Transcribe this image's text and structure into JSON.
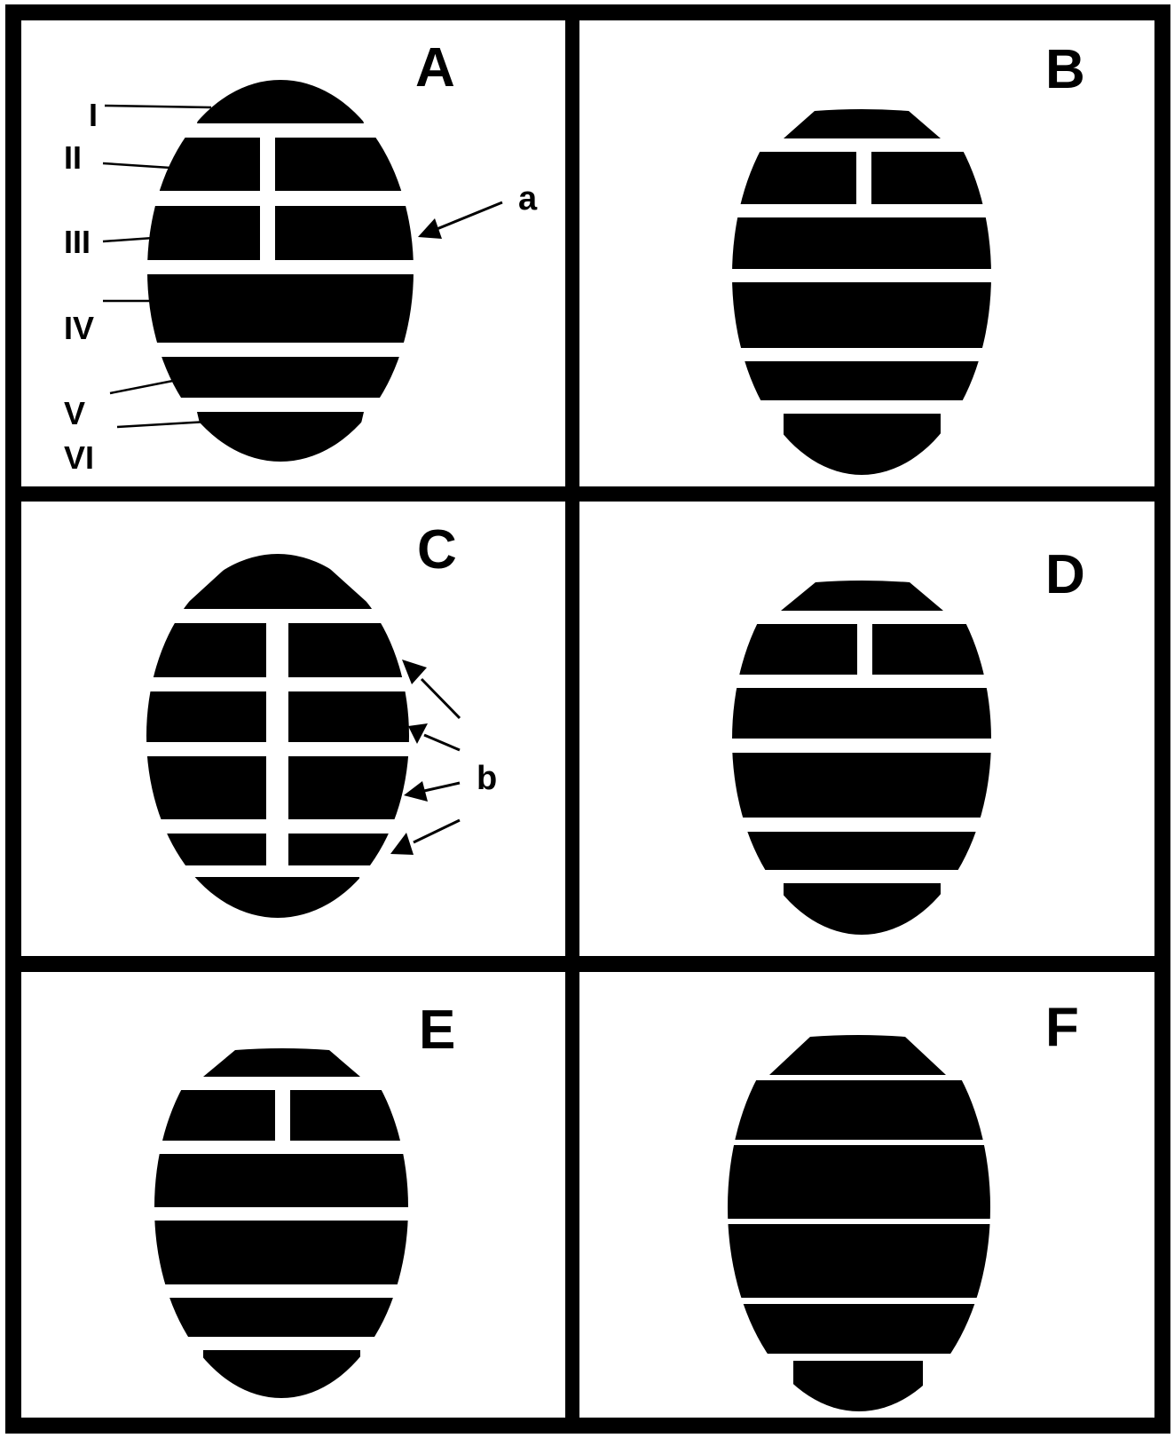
{
  "panels": {
    "A": {
      "letter": "A"
    },
    "B": {
      "letter": "B"
    },
    "C": {
      "letter": "C"
    },
    "D": {
      "letter": "D"
    },
    "E": {
      "letter": "E"
    },
    "F": {
      "letter": "F"
    }
  },
  "segment_labels": [
    "I",
    "II",
    "III",
    "IV",
    "V",
    "VI"
  ],
  "arrow_labels": {
    "a": "a",
    "b": "b"
  },
  "colors": {
    "ink": "#000000",
    "background": "#ffffff"
  }
}
